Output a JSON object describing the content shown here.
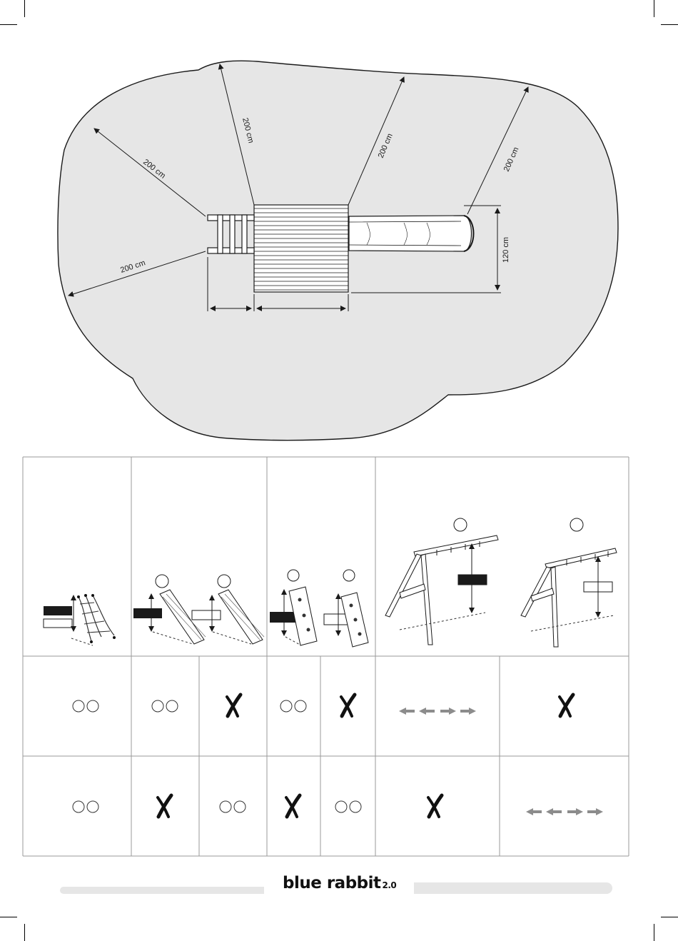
{
  "clearance_plan": {
    "dimensions": {
      "d1": "200 cm",
      "d2": "200 cm",
      "d3": "200 cm",
      "d4": "200 cm",
      "d5": "200 cm",
      "slide_width": "120 cm"
    }
  },
  "colors": {
    "zone_fill": "#e6e6e6",
    "line": "#1a1a1a",
    "arrow_grey": "#8c8c8c",
    "bar_grey": "#e6e6e6"
  },
  "table": {
    "columns": [
      "climbing-net",
      "ramp-ladder",
      "climbing-wall",
      "swing-beam"
    ],
    "row1": [
      "circles-2",
      "circles-2",
      "cross",
      "circles-2",
      "cross",
      "arrows",
      "cross"
    ],
    "row2": [
      "circles-2",
      "cross",
      "circles-2",
      "cross",
      "circles-2",
      "cross",
      "arrows"
    ],
    "cross_symbol": "✗"
  },
  "footer": {
    "brand": "blue rabbit",
    "version": "2.0"
  }
}
